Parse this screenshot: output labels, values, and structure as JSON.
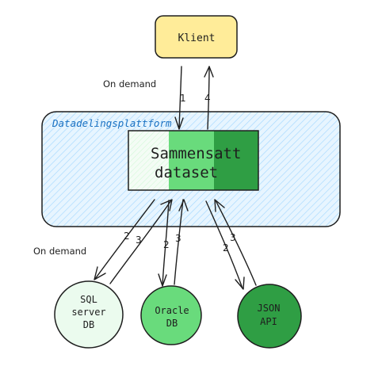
{
  "client": {
    "label": "Klient"
  },
  "platform": {
    "label": "Datadelingsplattform"
  },
  "dataset": {
    "line1": "Sammensatt",
    "line2": "dataset"
  },
  "annotations": {
    "on_demand_top": "On demand",
    "on_demand_left": "On demand"
  },
  "steps": {
    "client_request": "1",
    "client_response": "4",
    "sql_request": "2",
    "sql_response": "3",
    "oracle_request": "2",
    "oracle_response": "3",
    "json_request": "2",
    "json_response": "3"
  },
  "sources": {
    "sql": {
      "line1": "SQL",
      "line2": "server",
      "line3": "DB"
    },
    "oracle": {
      "line1": "Oracle",
      "line2": "DB"
    },
    "json": {
      "line1": "JSON",
      "line2": "API"
    }
  },
  "colors": {
    "client_fill": "#ffec99",
    "platform_fill": "#d0ebff",
    "platform_stroke": "#1e1e1e",
    "platform_label": "#1971c2",
    "dataset_light": "#ebfbee",
    "dataset_mid": "#69db7c",
    "dataset_dark": "#2f9e44",
    "sql_fill": "#ebfbee",
    "oracle_fill": "#69db7c",
    "json_fill": "#2f9e44"
  }
}
